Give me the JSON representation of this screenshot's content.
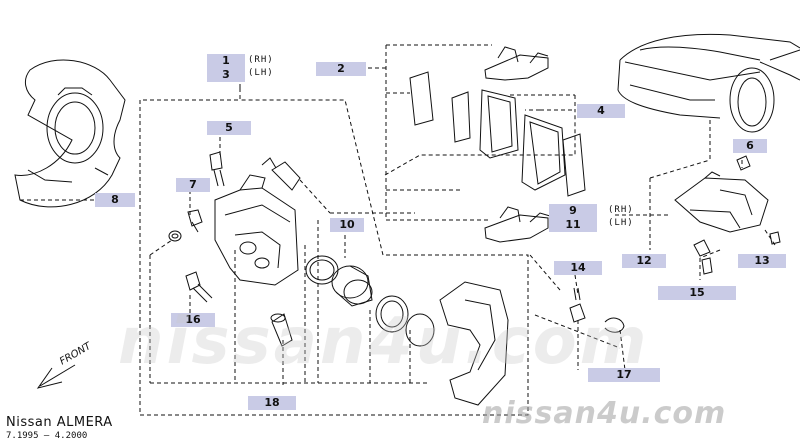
{
  "callouts": [
    {
      "id": "1",
      "label": "1"
    },
    {
      "id": "3",
      "label": "3"
    },
    {
      "id": "2",
      "label": "2"
    },
    {
      "id": "4",
      "label": "4"
    },
    {
      "id": "5",
      "label": "5"
    },
    {
      "id": "6",
      "label": "6"
    },
    {
      "id": "7",
      "label": "7"
    },
    {
      "id": "8",
      "label": "8"
    },
    {
      "id": "9",
      "label": "9"
    },
    {
      "id": "10",
      "label": "10"
    },
    {
      "id": "11",
      "label": "11"
    },
    {
      "id": "12",
      "label": "12"
    },
    {
      "id": "13",
      "label": "13"
    },
    {
      "id": "14",
      "label": "14"
    },
    {
      "id": "15",
      "label": "15"
    },
    {
      "id": "16",
      "label": "16"
    },
    {
      "id": "17",
      "label": "17"
    },
    {
      "id": "18",
      "label": "18"
    }
  ],
  "side_labels": {
    "rh": "(RH)",
    "lh": "(LH)"
  },
  "front_label": "FRONT",
  "footer": {
    "model": "Nissan  ALMERA",
    "years": "7.1995 — 4.2000"
  },
  "watermark": {
    "main": "nissan4u.com",
    "corner": "nissan4u.com"
  },
  "colors": {
    "callout_bg": "#c9cbe6",
    "line": "#111111"
  }
}
